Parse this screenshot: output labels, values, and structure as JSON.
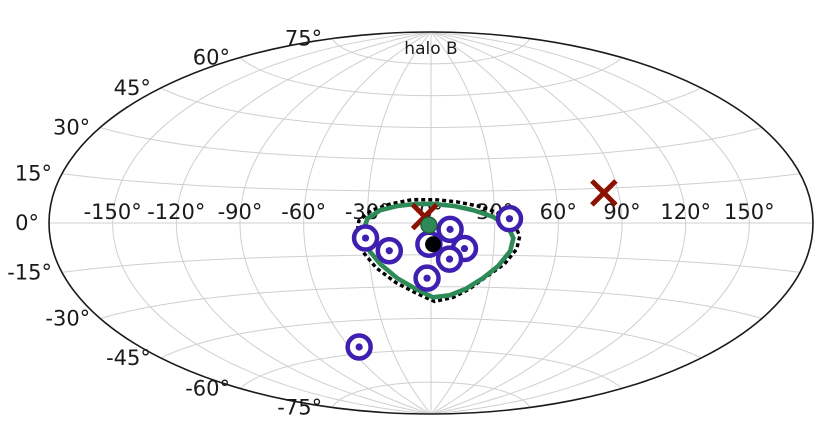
{
  "chart_data": {
    "type": "scatter",
    "projection": "aitoff",
    "title": "halo B",
    "grid": true,
    "lon_tick_labels": [
      "-150°",
      "-120°",
      "-90°",
      "-60°",
      "-30°",
      "0°",
      "30°",
      "60°",
      "90°",
      "120°",
      "150°"
    ],
    "lon_ticks": [
      -150,
      -120,
      -90,
      -60,
      -30,
      0,
      30,
      60,
      90,
      120,
      150
    ],
    "lat_tick_labels": [
      "-75°",
      "-60°",
      "-45°",
      "-30°",
      "-15°",
      "0°",
      "15°",
      "30°",
      "45°",
      "60°",
      "75°"
    ],
    "lat_ticks": [
      -75,
      -60,
      -45,
      -30,
      -15,
      0,
      15,
      30,
      45,
      60,
      75
    ],
    "colors": {
      "ring": "#3f1fb0",
      "cross": "#8b1200",
      "green_marker": "#2e8b57",
      "green_contour": "#2e8b57",
      "dotted_contour": "#000000",
      "center_marker": "#000000"
    },
    "series": [
      {
        "marker": "ring",
        "points": [
          {
            "lon": -31,
            "lat": -7
          },
          {
            "lon": -20,
            "lat": -13
          },
          {
            "lon": -1,
            "lat": -10
          },
          {
            "lon": 9,
            "lat": -3
          },
          {
            "lon": 16,
            "lat": -12
          },
          {
            "lon": 9,
            "lat": -17
          },
          {
            "lon": -2,
            "lat": -26
          },
          {
            "lon": 37,
            "lat": 2
          },
          {
            "lon": -53,
            "lat": -57
          }
        ]
      },
      {
        "marker": "cross",
        "points": [
          {
            "lon": -3,
            "lat": 3
          },
          {
            "lon": 83,
            "lat": 13
          }
        ]
      },
      {
        "marker": "green_circle",
        "points": [
          {
            "lon": -1,
            "lat": -1
          }
        ]
      },
      {
        "marker": "black_circle",
        "points": [
          {
            "lon": 1,
            "lat": -10
          }
        ]
      }
    ],
    "contours": [
      {
        "style": "dotted",
        "points": [
          [
            2,
            11
          ],
          [
            12,
            10
          ],
          [
            22,
            8
          ],
          [
            31,
            5
          ],
          [
            39,
            0
          ],
          [
            42,
            -6
          ],
          [
            41,
            -12
          ],
          [
            36,
            -19
          ],
          [
            28,
            -25
          ],
          [
            20,
            -31
          ],
          [
            12,
            -35
          ],
          [
            2,
            -37
          ],
          [
            -8,
            -33
          ],
          [
            -18,
            -28
          ],
          [
            -27,
            -21
          ],
          [
            -33,
            -13
          ],
          [
            -35,
            -5
          ],
          [
            -34,
            1
          ],
          [
            -28,
            6
          ],
          [
            -19,
            9
          ],
          [
            -9,
            11
          ],
          [
            2,
            11
          ]
        ]
      },
      {
        "style": "solid",
        "points": [
          [
            1,
            9
          ],
          [
            11,
            8
          ],
          [
            20,
            6
          ],
          [
            29,
            3
          ],
          [
            36,
            -1
          ],
          [
            39,
            -7
          ],
          [
            38,
            -13
          ],
          [
            33,
            -20
          ],
          [
            26,
            -26
          ],
          [
            18,
            -31
          ],
          [
            10,
            -34
          ],
          [
            1,
            -35
          ],
          [
            -8,
            -31
          ],
          [
            -17,
            -26
          ],
          [
            -25,
            -19
          ],
          [
            -31,
            -11
          ],
          [
            -32,
            -4
          ],
          [
            -30,
            2
          ],
          [
            -24,
            6
          ],
          [
            -16,
            8
          ],
          [
            -7,
            9
          ],
          [
            1,
            9
          ]
        ]
      }
    ]
  }
}
